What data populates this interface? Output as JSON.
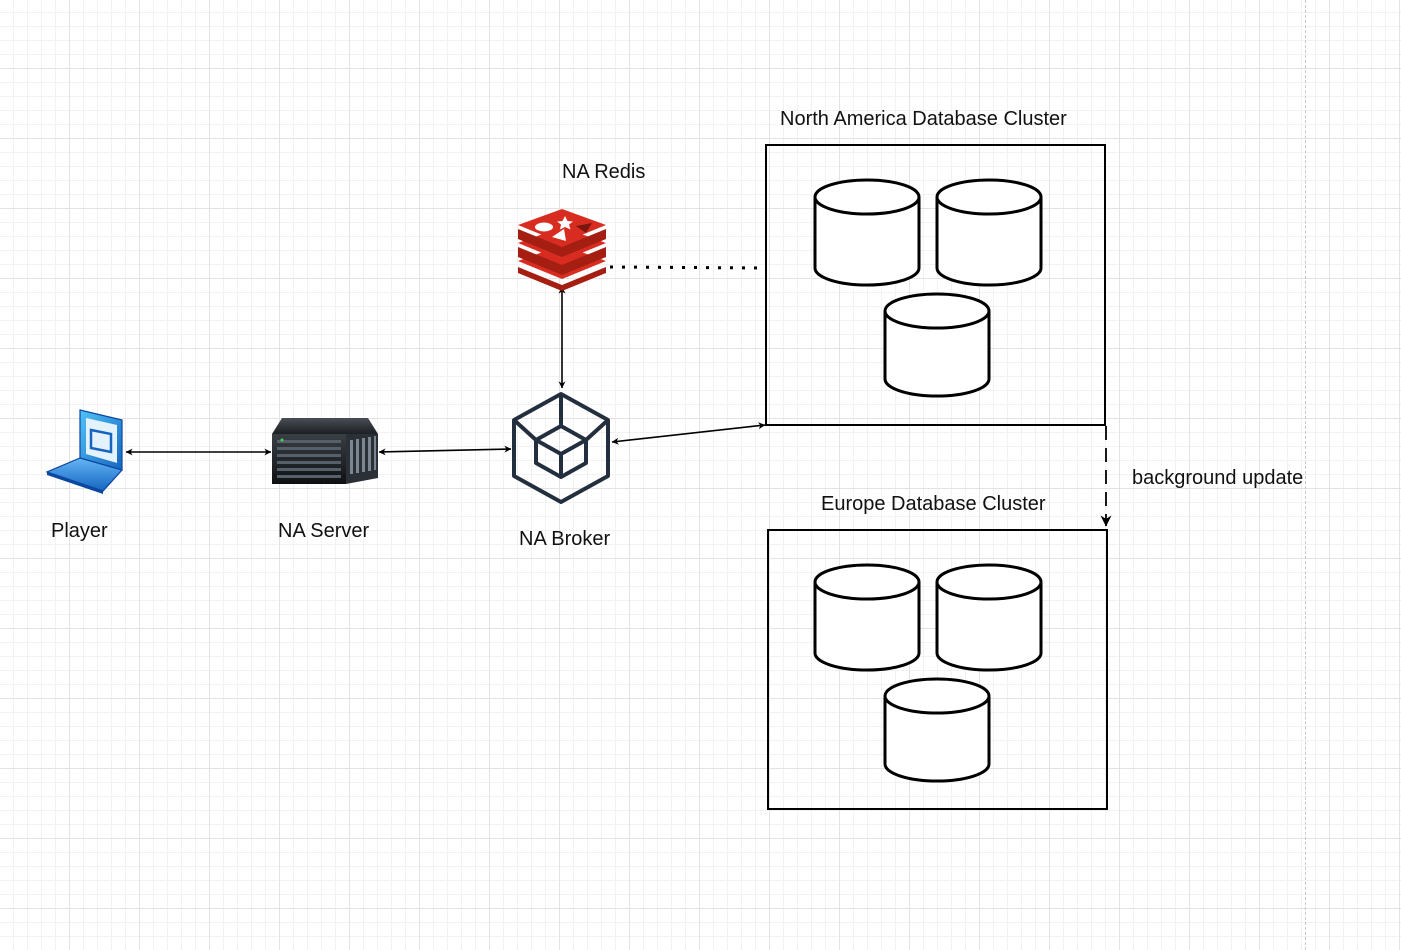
{
  "diagram": {
    "nodes": {
      "player": {
        "label": "Player",
        "icon": "laptop-icon"
      },
      "server": {
        "label": "NA Server",
        "icon": "rack-server-icon"
      },
      "broker": {
        "label": "NA Broker",
        "icon": "cube-broker-icon"
      },
      "redis": {
        "label": "NA Redis",
        "icon": "redis-logo-icon"
      },
      "na_cluster": {
        "label": "North America Database Cluster",
        "database_count": 3
      },
      "eu_cluster": {
        "label": "Europe Database Cluster",
        "database_count": 3
      }
    },
    "edges": [
      {
        "from": "player",
        "to": "server",
        "style": "solid",
        "direction": "both"
      },
      {
        "from": "server",
        "to": "broker",
        "style": "solid",
        "direction": "both"
      },
      {
        "from": "broker",
        "to": "redis",
        "style": "solid",
        "direction": "both"
      },
      {
        "from": "broker",
        "to": "na_cluster",
        "style": "solid",
        "direction": "both"
      },
      {
        "from": "redis",
        "to": "na_cluster",
        "style": "dotted",
        "direction": "none"
      },
      {
        "from": "na_cluster",
        "to": "eu_cluster",
        "style": "dashed",
        "direction": "forward",
        "label": "background update"
      }
    ],
    "colors": {
      "redis_red": "#d82c20",
      "broker_navy": "#232f3e",
      "laptop_blue": "#1e88e5",
      "stroke": "#000000"
    }
  }
}
